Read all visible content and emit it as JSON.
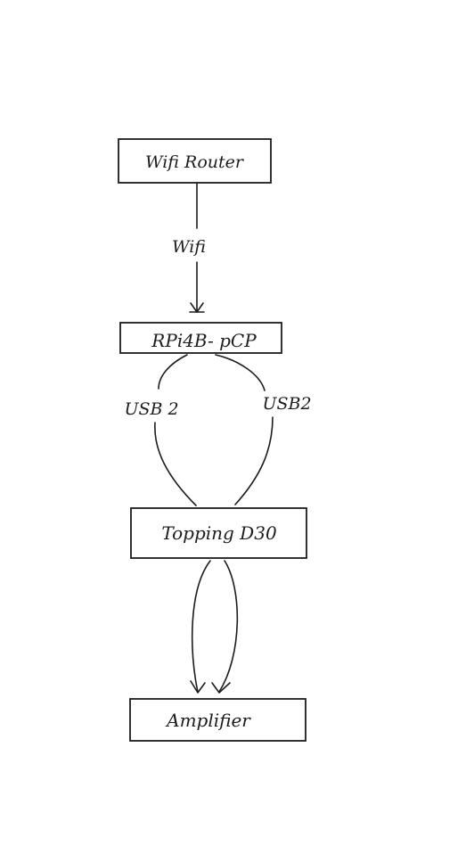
{
  "diagram": {
    "nodes": [
      {
        "id": "wifi-router",
        "label": "Wifi Router"
      },
      {
        "id": "rpi",
        "label": "RPi4B- pCP"
      },
      {
        "id": "topping",
        "label": "Topping D30"
      },
      {
        "id": "amplifier",
        "label": "Amplifier"
      }
    ],
    "edges": [
      {
        "from": "wifi-router",
        "to": "rpi",
        "label": "Wifi"
      },
      {
        "from": "rpi",
        "to": "topping",
        "label": "USB 2"
      },
      {
        "from": "rpi",
        "to": "topping",
        "label": "USB2"
      },
      {
        "from": "topping",
        "to": "amplifier",
        "label": ""
      },
      {
        "from": "topping",
        "to": "amplifier",
        "label": ""
      }
    ]
  },
  "colors": {
    "ink": "#1c1c1c",
    "paper": "#ffffff"
  }
}
